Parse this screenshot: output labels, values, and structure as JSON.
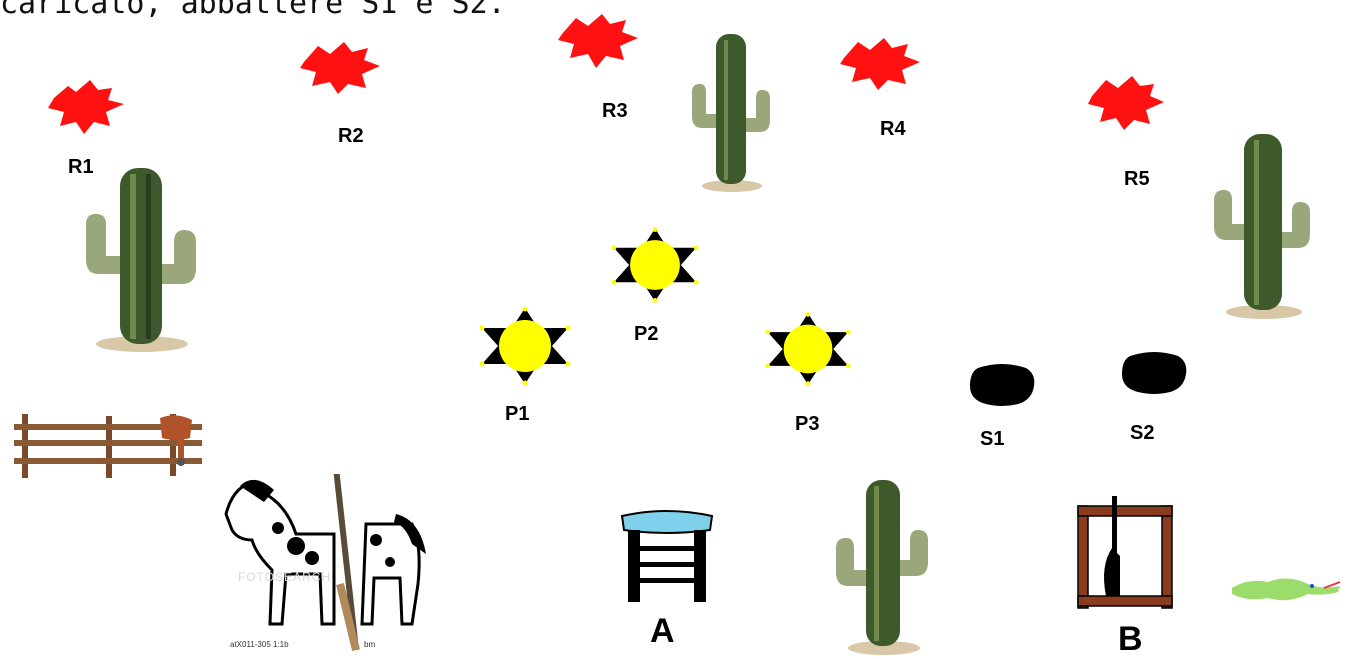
{
  "caption": "caricato, abbattere S1 e S2.",
  "targets": [
    {
      "id": "R1",
      "label": "R1"
    },
    {
      "id": "R2",
      "label": "R2"
    },
    {
      "id": "R3",
      "label": "R3"
    },
    {
      "id": "R4",
      "label": "R4"
    },
    {
      "id": "R5",
      "label": "R5"
    }
  ],
  "positions": [
    {
      "id": "P1",
      "label": "P1"
    },
    {
      "id": "P2",
      "label": "P2"
    },
    {
      "id": "P3",
      "label": "P3"
    }
  ],
  "plates": [
    {
      "id": "S1",
      "label": "S1"
    },
    {
      "id": "S2",
      "label": "S2"
    }
  ],
  "stations": [
    {
      "id": "A",
      "label": "A"
    },
    {
      "id": "B",
      "label": "B"
    }
  ],
  "horse_watermark": "FOTOSEARCH",
  "horse_caption": "atX011-305 1:1b",
  "horse_caption2": "bm",
  "colors": {
    "target_red": "#ff1111",
    "star_yellow": "#ffff00",
    "cactus_green": "#3e5a2c",
    "wood_brown": "#8a4a2a"
  }
}
